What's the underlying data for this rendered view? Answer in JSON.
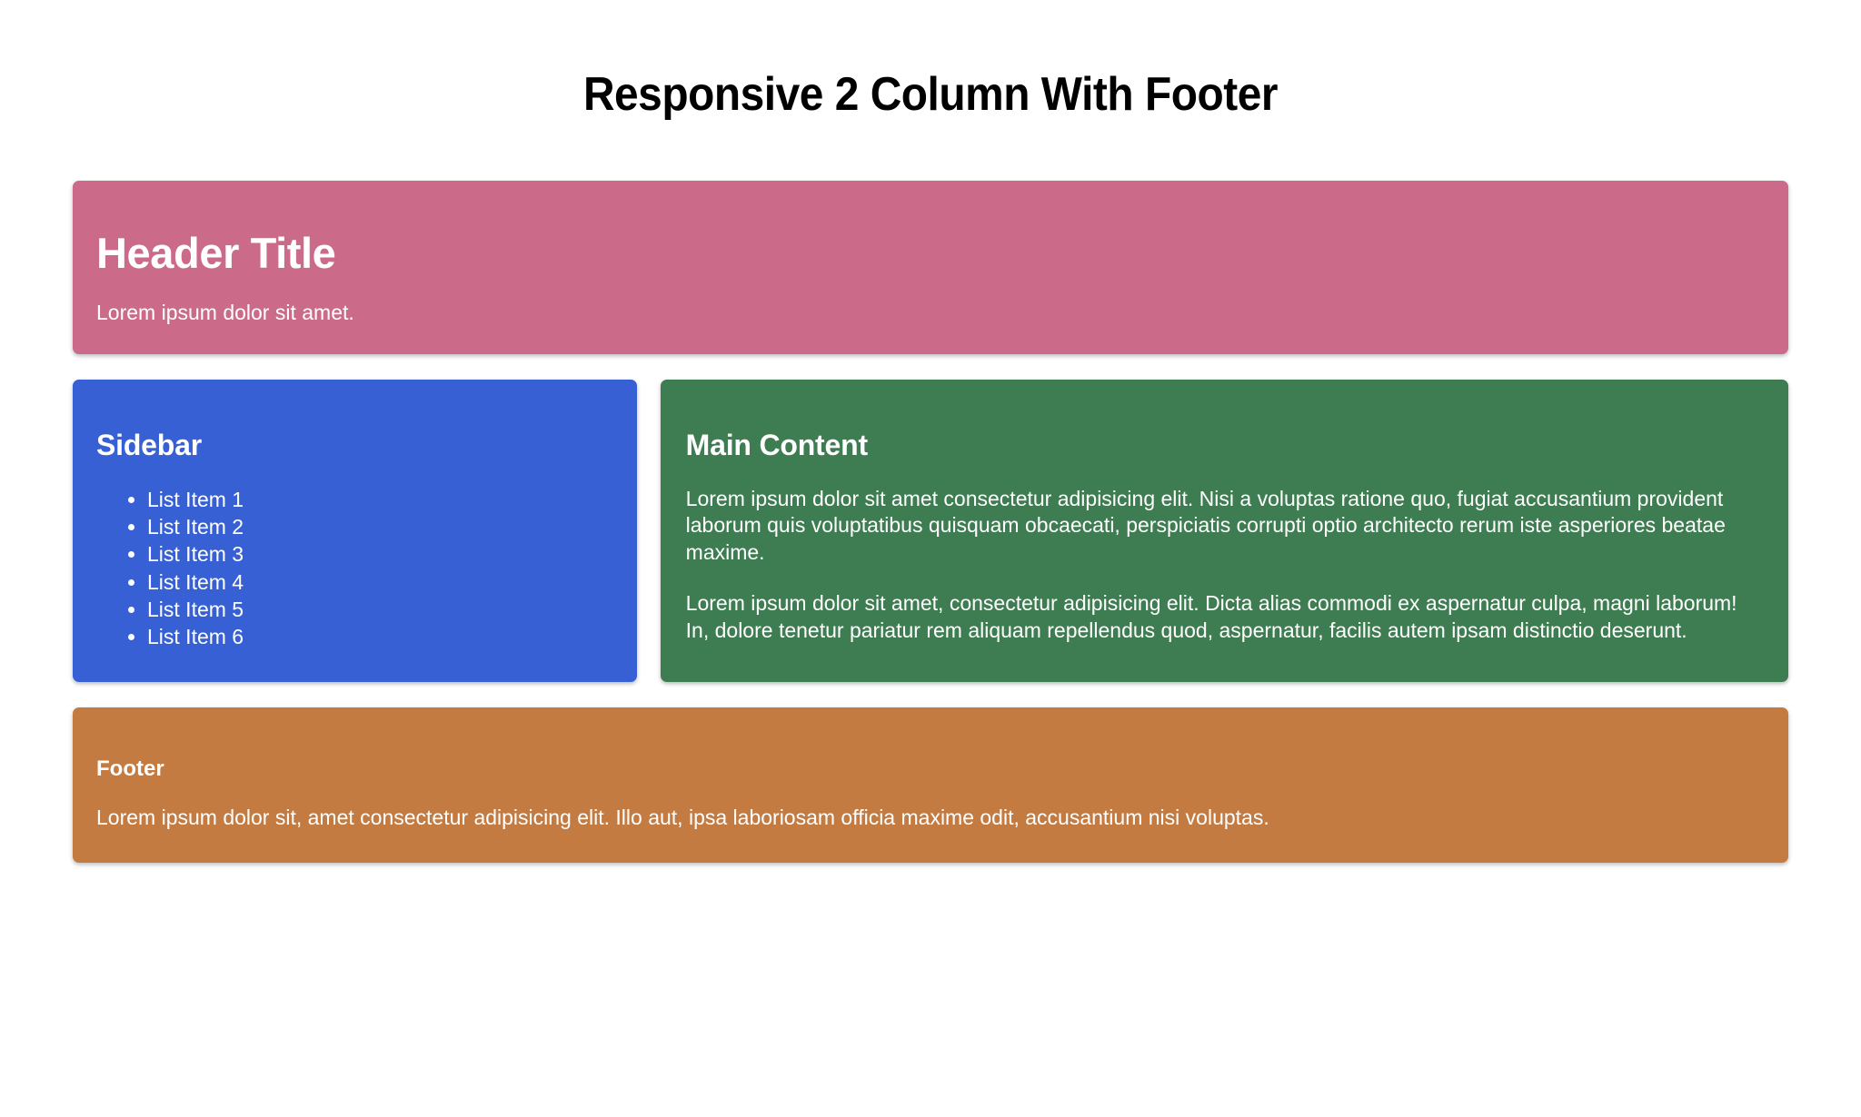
{
  "page": {
    "title": "Responsive 2 Column With Footer"
  },
  "header": {
    "title": "Header Title",
    "subtitle": "Lorem ipsum dolor sit amet.",
    "bg_color": "#cc6a8a"
  },
  "sidebar": {
    "title": "Sidebar",
    "bg_color": "#3660d4",
    "items": [
      {
        "label": "List Item 1"
      },
      {
        "label": "List Item 2"
      },
      {
        "label": "List Item 3"
      },
      {
        "label": "List Item 4"
      },
      {
        "label": "List Item 5"
      },
      {
        "label": "List Item 6"
      }
    ]
  },
  "main": {
    "title": "Main Content",
    "bg_color": "#3d7d51",
    "paragraphs": [
      "Lorem ipsum dolor sit amet consectetur adipisicing elit. Nisi a voluptas ratione quo, fugiat accusantium provident laborum quis voluptatibus quisquam obcaecati, perspiciatis corrupti optio architecto rerum iste asperiores beatae maxime.",
      "Lorem ipsum dolor sit amet, consectetur adipisicing elit. Dicta alias commodi ex aspernatur culpa, magni laborum! In, dolore tenetur pariatur rem aliquam repellendus quod, aspernatur, facilis autem ipsam distinctio deserunt."
    ]
  },
  "footer": {
    "title": "Footer",
    "text": "Lorem ipsum dolor sit, amet consectetur adipisicing elit. Illo aut, ipsa laboriosam officia maxime odit, accusantium nisi voluptas.",
    "bg_color": "#c37b41"
  }
}
